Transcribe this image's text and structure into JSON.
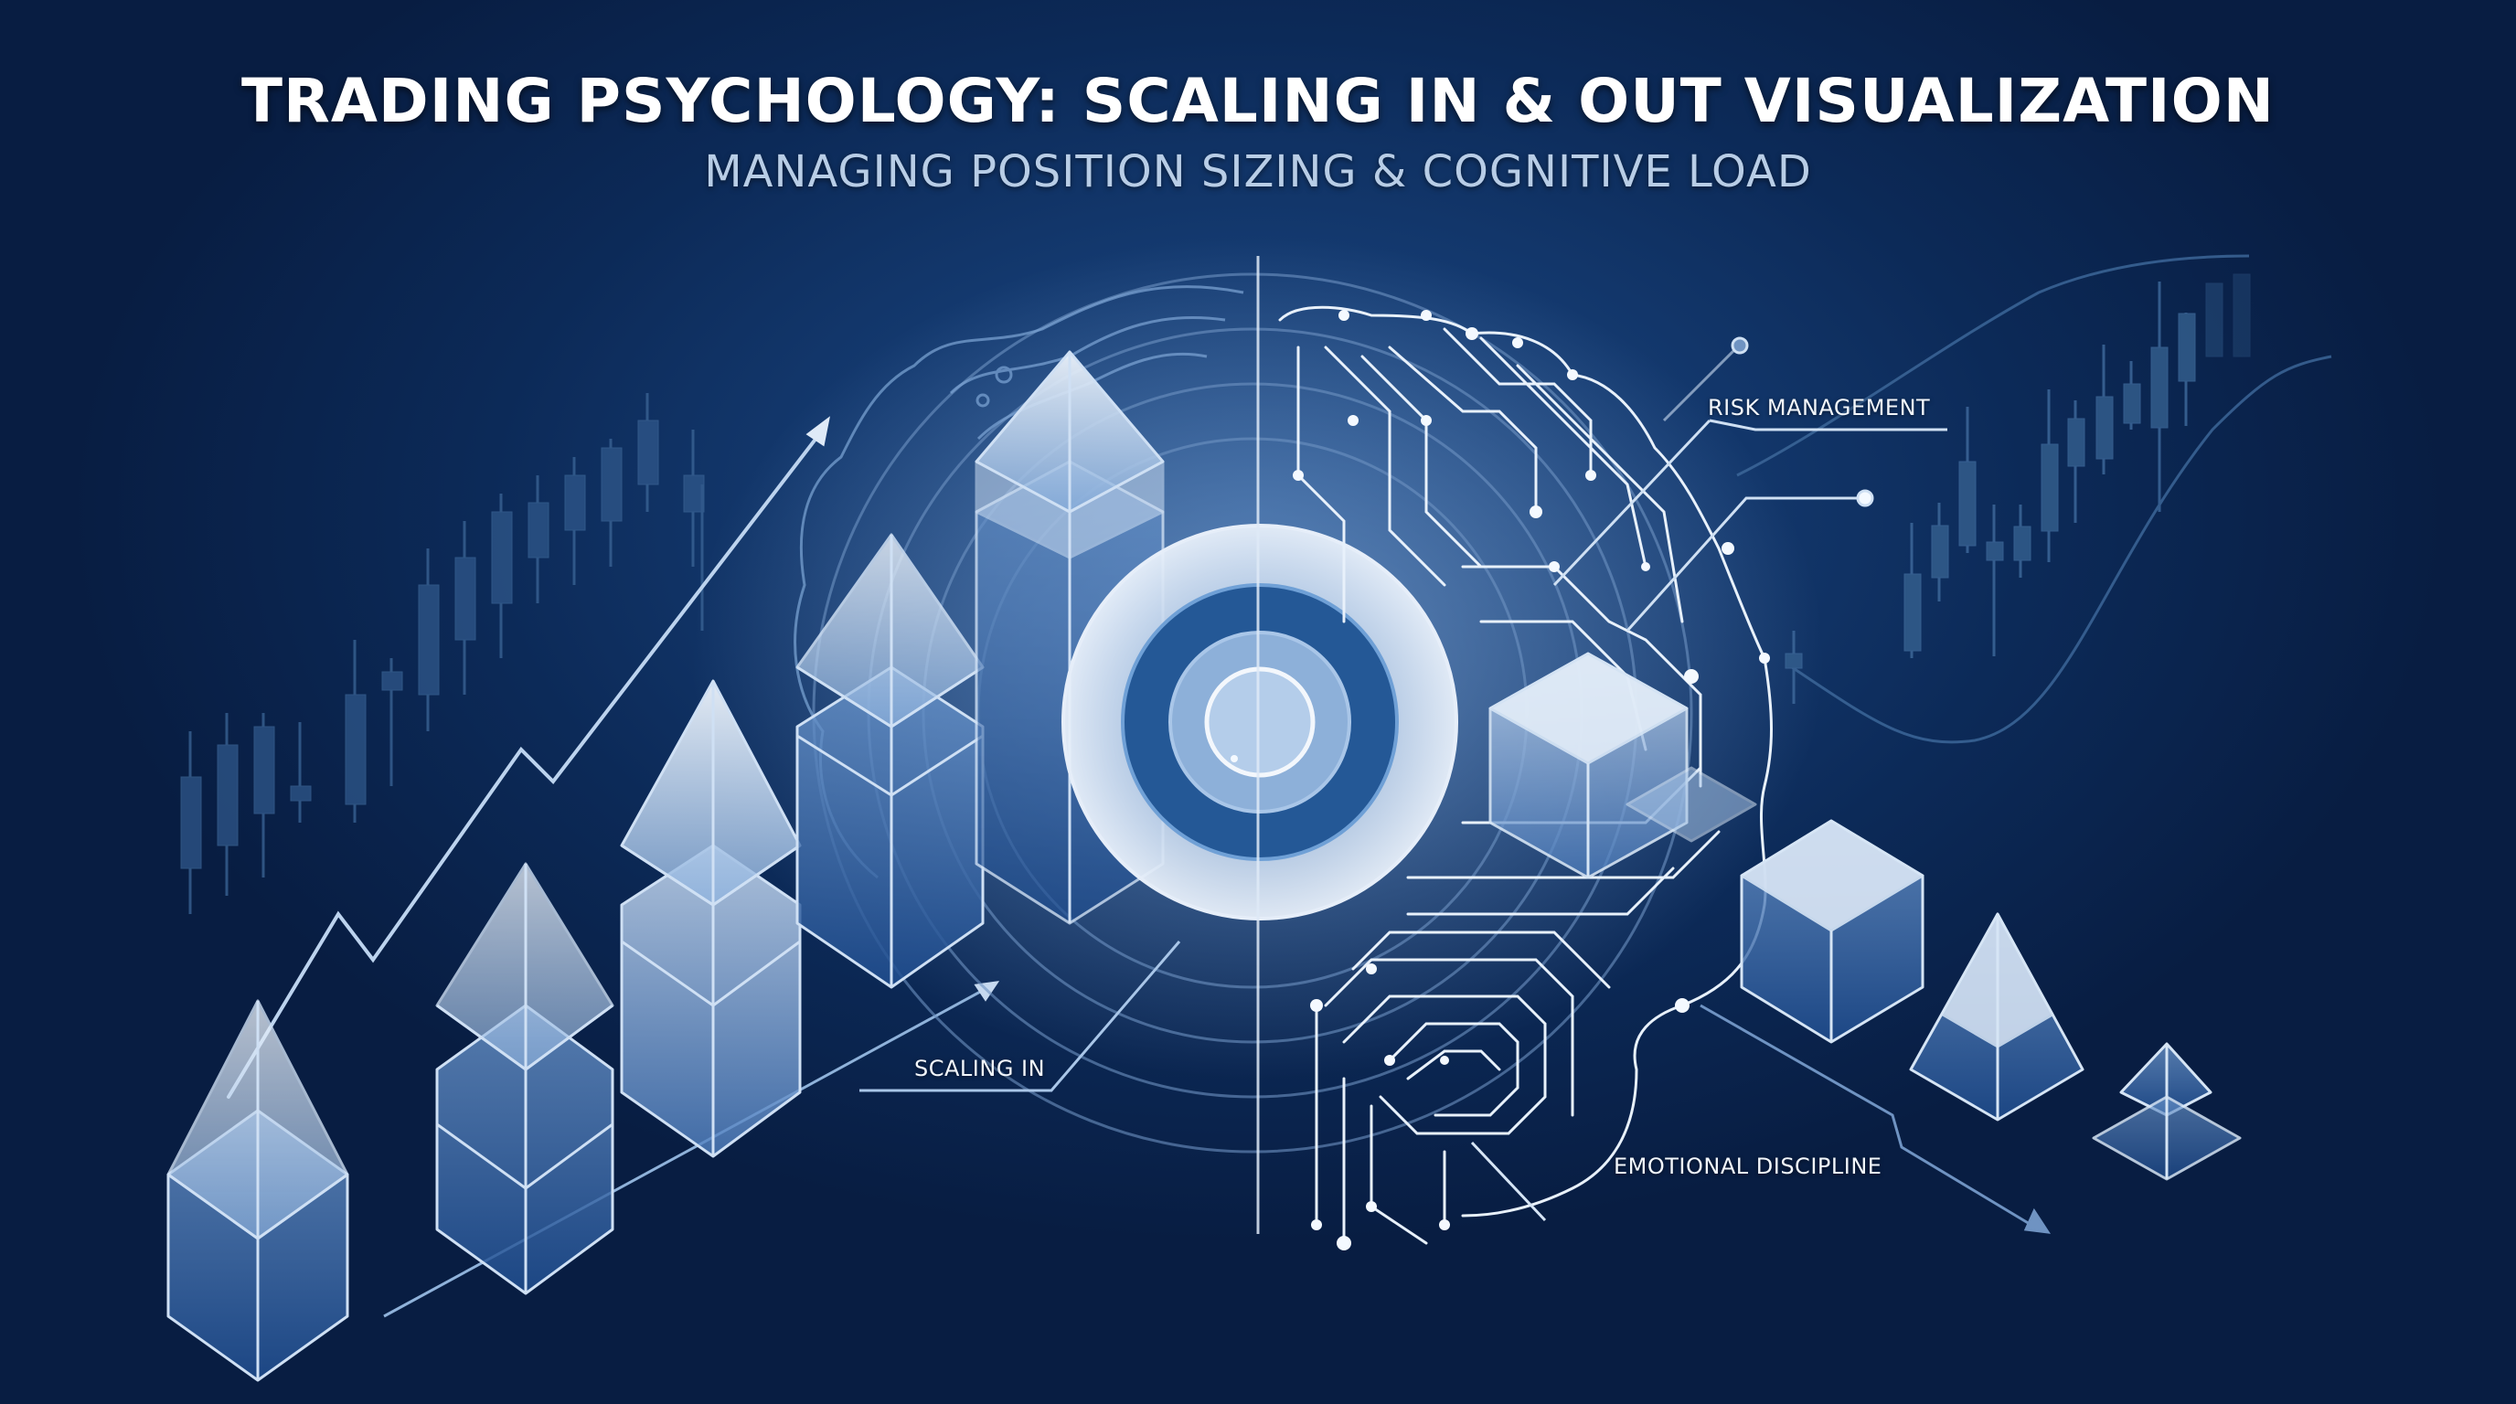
{
  "header": {
    "title": "TRADING PSYCHOLOGY: SCALING IN & OUT VISUALIZATION",
    "subtitle": "MANAGING POSITION SIZING & COGNITIVE LOAD"
  },
  "callouts": {
    "risk_management": "RISK MANAGEMENT",
    "scaling_in": "SCALING IN",
    "emotional_discipline": "EMOTIONAL DISCIPLINE"
  },
  "icons": {
    "left_group": "ascending-crystal-prisms",
    "center": "concentric-target",
    "right_group": "circuit-brain",
    "background_left": "candlestick-chart",
    "background_right": "candlestick-chart-with-curve",
    "arrows": [
      "up-trend-arrow",
      "scaling-in-arrow",
      "down-trend-arrow"
    ]
  },
  "colors": {
    "background_dark": "#081d42",
    "background_mid": "#143a70",
    "crystal_light": "#dfe9f6",
    "crystal_mid": "#6f9ad0",
    "crystal_dark": "#2a5b9c",
    "line_glow": "#cfe2f7",
    "candle": "#3b6596"
  }
}
